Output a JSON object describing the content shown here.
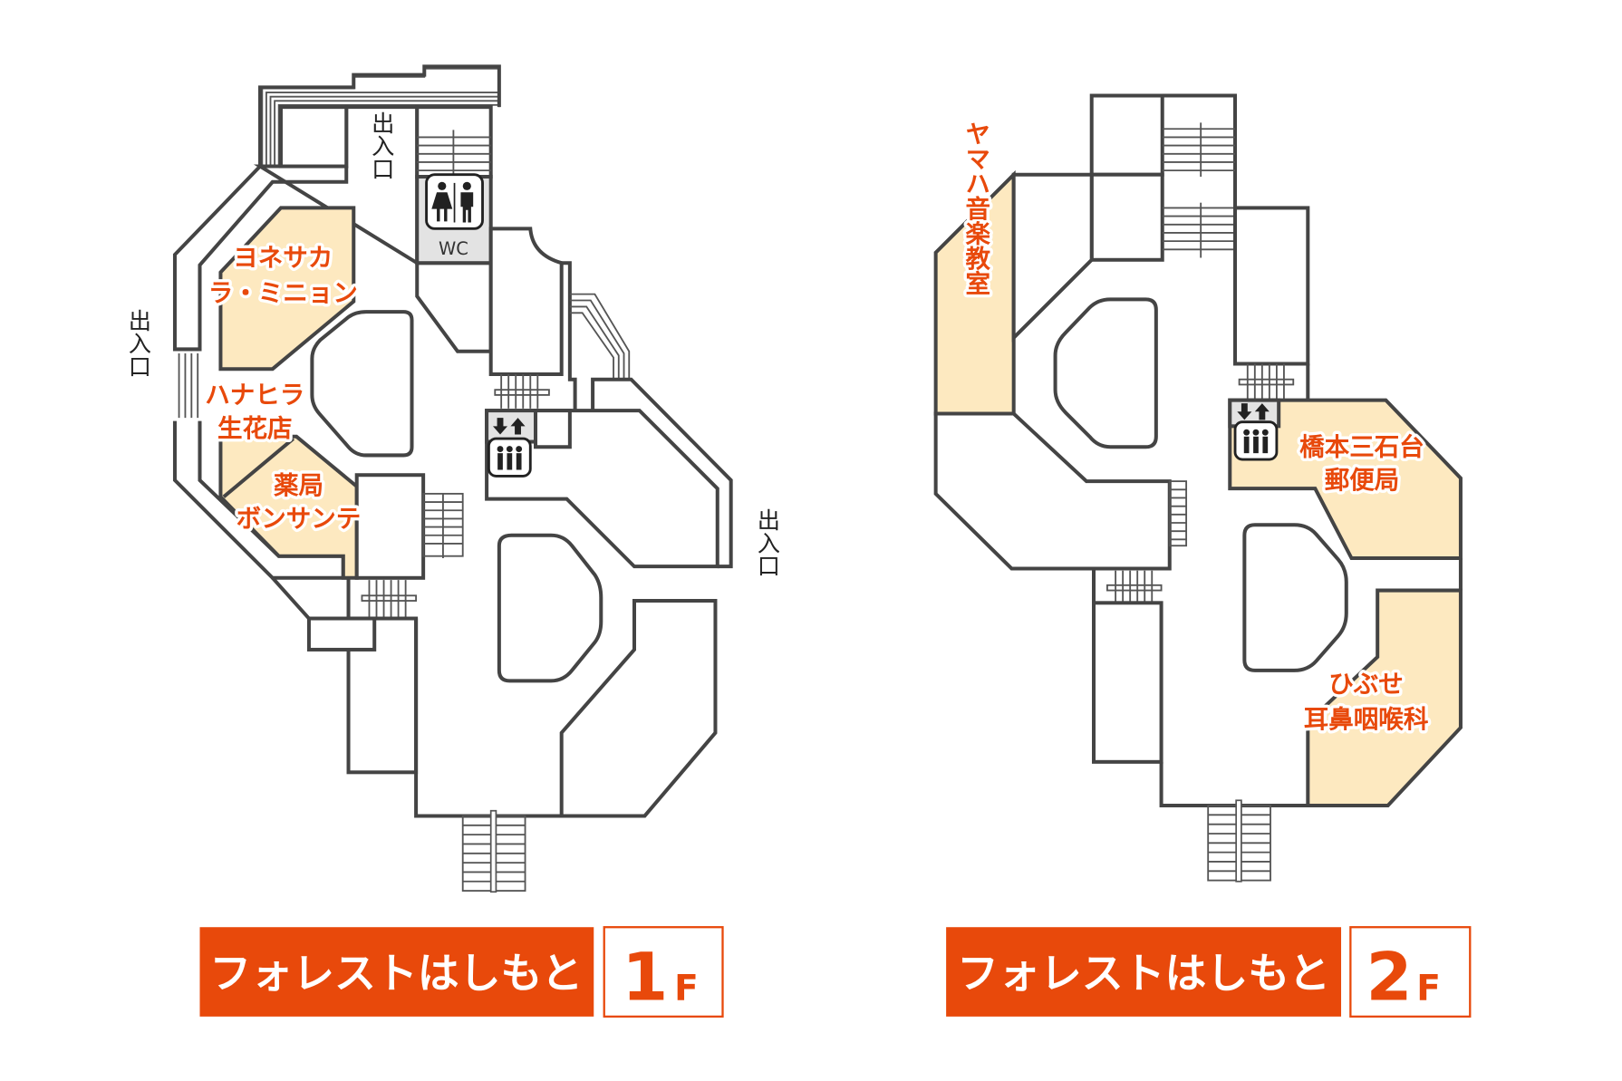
{
  "colors": {
    "accent": "#E8490B",
    "shop_fill": "#FDE9C0",
    "wall": "#444444",
    "service_area": "#E3E3E3"
  },
  "floors": [
    {
      "building": "フォレストはしもと",
      "floor_number": "1",
      "floor_unit": "F",
      "entrance_label": "出入口",
      "wc_label": "WC",
      "shops": [
        {
          "lines": [
            "ヨネサカ",
            "ラ・ミニョン"
          ]
        },
        {
          "lines": [
            "ハナヒラ",
            "生花店"
          ]
        },
        {
          "lines": [
            "薬局",
            "ボンサンテ"
          ]
        }
      ],
      "icons": [
        "restroom-icon",
        "elevator-icon"
      ]
    },
    {
      "building": "フォレストはしもと",
      "floor_number": "2",
      "floor_unit": "F",
      "shops": [
        {
          "lines": [
            "ヤマハ音楽教室"
          ]
        },
        {
          "lines": [
            "橋本三石台",
            "郵便局"
          ]
        },
        {
          "lines": [
            "ひぶせ",
            "耳鼻咽喉科"
          ]
        }
      ],
      "icons": [
        "elevator-icon"
      ]
    }
  ]
}
